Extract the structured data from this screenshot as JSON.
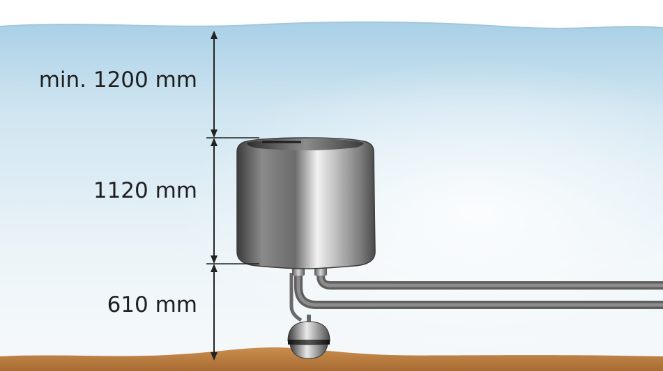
{
  "dimensions": {
    "top": "min. 1200 mm",
    "middle": "1120 mm",
    "bottom": "610 mm"
  },
  "colors": {
    "water_top": "#b9d9ea",
    "water_bottom": "#f2f7fa",
    "seabed": "#b97d3f",
    "pipe": "#6f6f6f",
    "steel_dark": "#4a4a4a",
    "steel_light": "#ededed"
  }
}
